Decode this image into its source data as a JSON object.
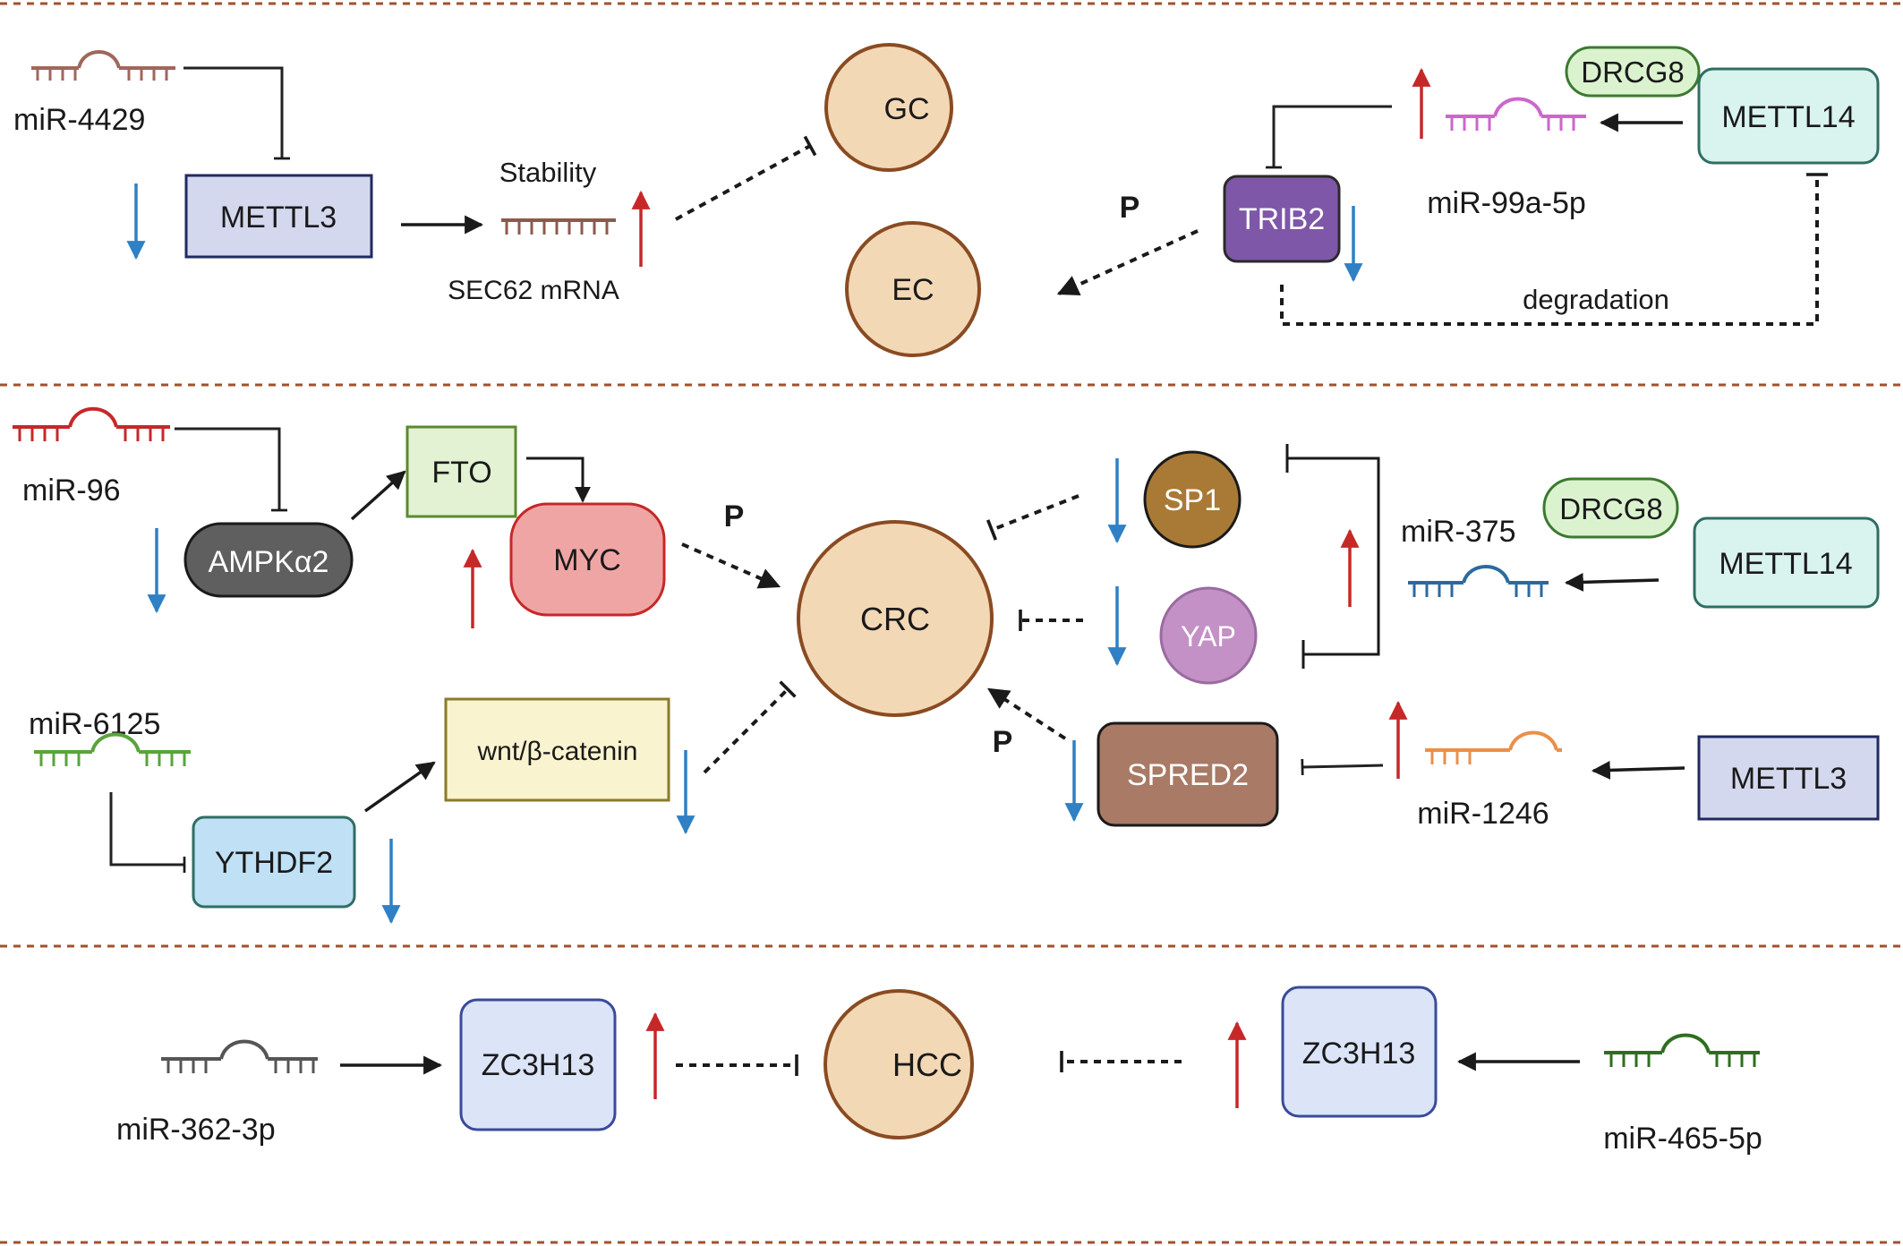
{
  "colors": {
    "divider": "#a0522d",
    "up_arrow": "#c62828",
    "down_arrow": "#2f80c4",
    "cancer_fill": "#f3d8b6",
    "cancer_stroke": "#8a4b22"
  },
  "icons": [
    "mirna-hairpin-icon",
    "mrna-strand-icon",
    "up-arrow-icon",
    "down-arrow-icon",
    "inhibition-bar-icon"
  ],
  "top": {
    "mir4429": "miR-4429",
    "mettl3": "METTL3",
    "stability": "Stability",
    "sec62": "SEC62 mRNA",
    "gc": "GC",
    "ec": "EC",
    "p": "P",
    "trib2": "TRIB2",
    "drcg8": "DRCG8",
    "mettl14": "METTL14",
    "mir99a": "miR-99a-5p",
    "degradation": "degradation"
  },
  "middle": {
    "mir96": "miR-96",
    "ampk": "AMPKα2",
    "fto": "FTO",
    "myc": "MYC",
    "p1": "P",
    "crc": "CRC",
    "mir6125": "miR-6125",
    "wnt": "wnt/β-catenin",
    "ythdf2": "YTHDF2",
    "sp1": "SP1",
    "yap": "YAP",
    "spred2": "SPRED2",
    "p2": "P",
    "mir375": "miR-375",
    "drcg8": "DRCG8",
    "mettl14": "METTL14",
    "mir1246": "miR-1246",
    "mettl3": "METTL3"
  },
  "bottom": {
    "mir362": "miR-362-3p",
    "zc3h13_left": "ZC3H13",
    "hcc": "HCC",
    "zc3h13_right": "ZC3H13",
    "mir465": "miR-465-5p"
  }
}
